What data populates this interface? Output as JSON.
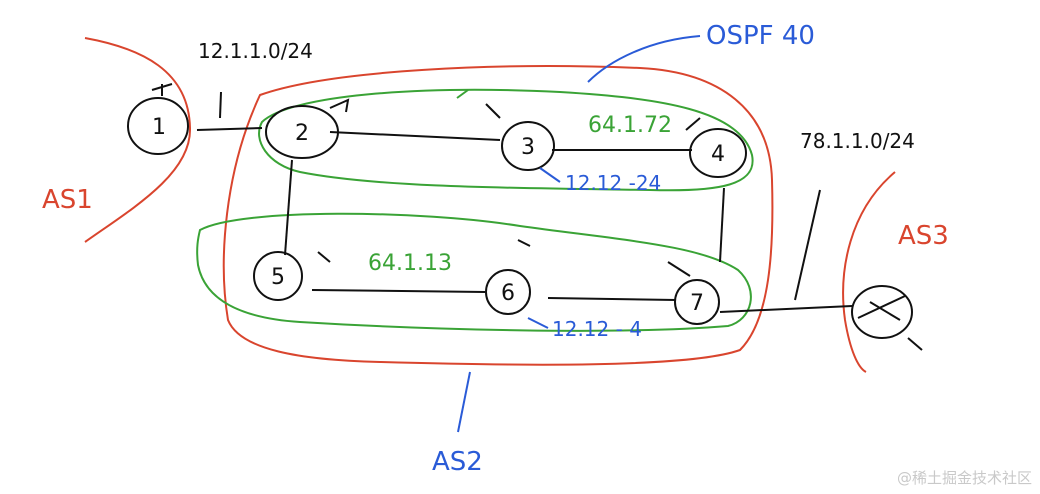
{
  "nodes": [
    {
      "id": "1",
      "label": "1"
    },
    {
      "id": "2",
      "label": "2"
    },
    {
      "id": "3",
      "label": "3"
    },
    {
      "id": "4",
      "label": "4"
    },
    {
      "id": "5",
      "label": "5"
    },
    {
      "id": "6",
      "label": "6"
    },
    {
      "id": "7",
      "label": "7"
    },
    {
      "id": "8",
      "label": ""
    }
  ],
  "labels": {
    "as1": "AS1",
    "as2": "AS2",
    "as3": "AS3",
    "ospf": "OSPF 40",
    "link_1_2": "12.1.1.0/24",
    "link_7_8": "78.1.1.0/24",
    "group_top_green": "64.1.72",
    "group_top_blue": "12.12 -24",
    "group_bottom_green": "64.1.13",
    "group_bottom_blue": "12.12 - 4"
  },
  "colors": {
    "red": "#d9452e",
    "blue": "#2a5bd7",
    "green": "#3aa336",
    "ink": "#111111"
  },
  "watermark": "@稀土掘金技术社区"
}
